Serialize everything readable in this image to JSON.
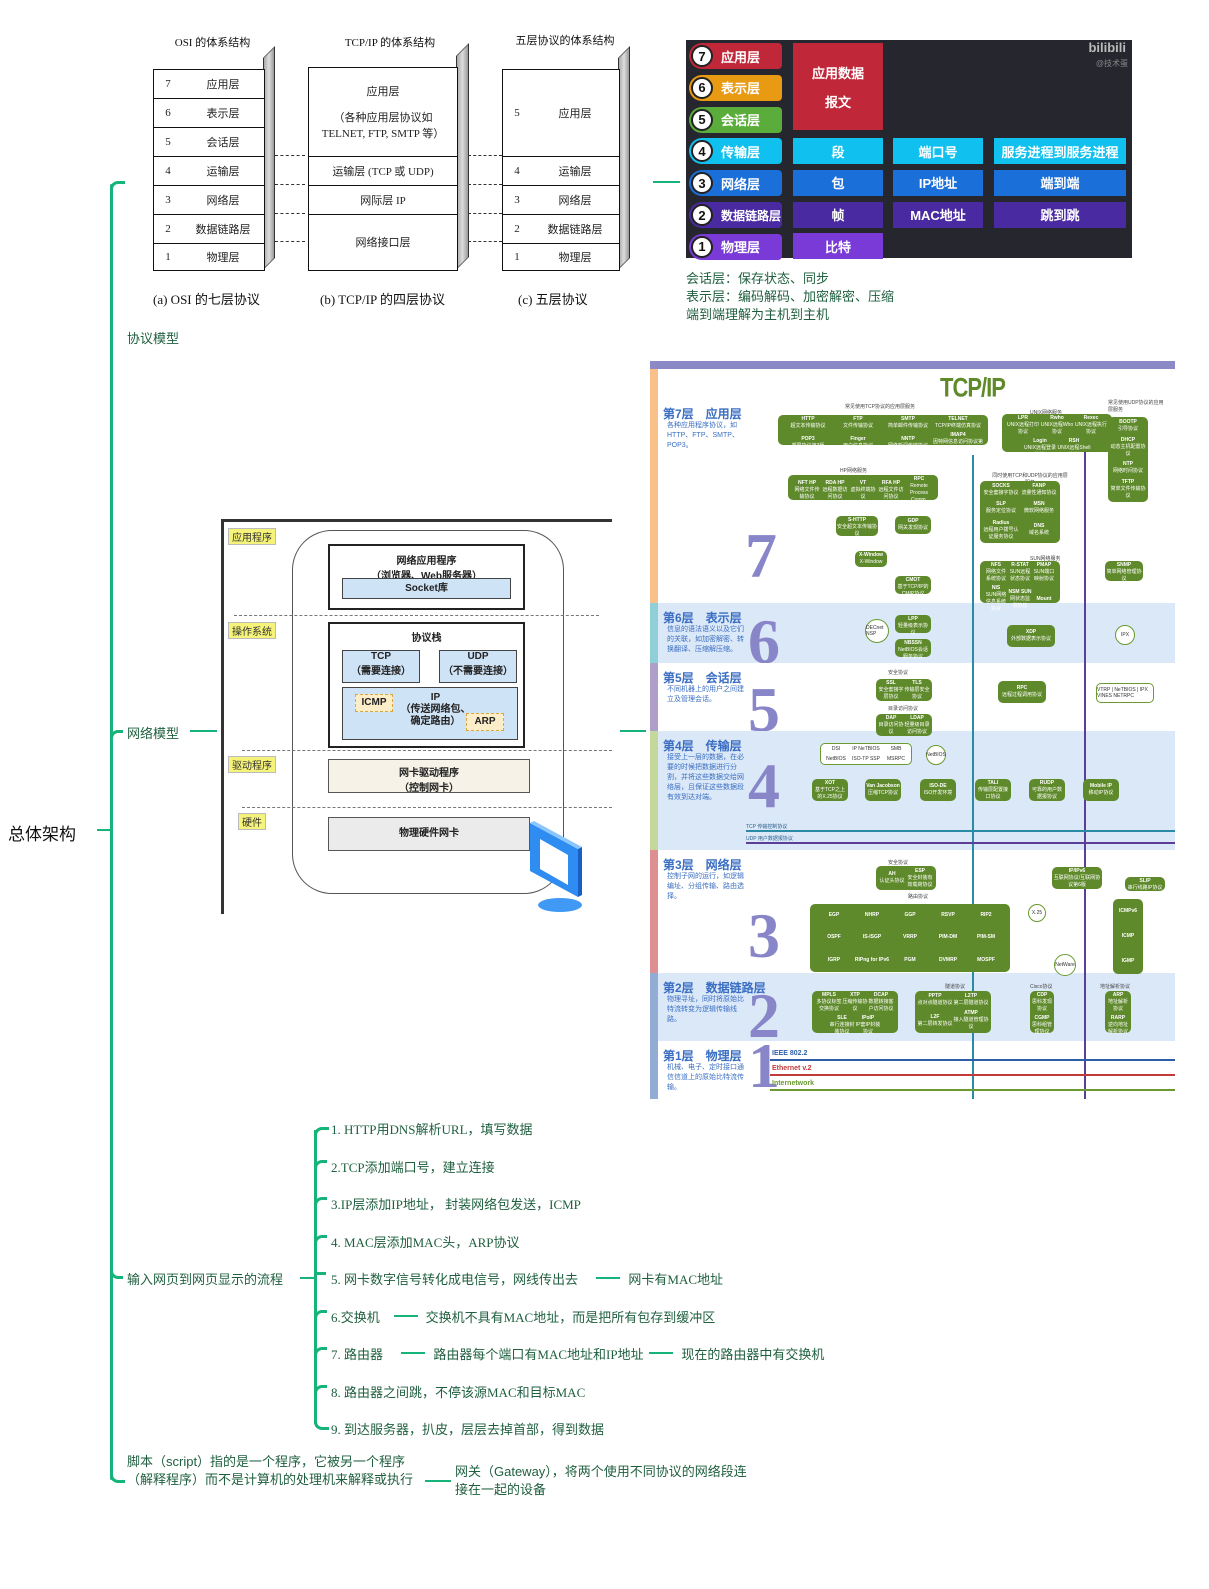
{
  "root": {
    "label": "总体架构"
  },
  "branches": {
    "protocol_model": "协议模型",
    "network_model": "网络模型",
    "web_flow": "输入网页到网页显示的流程",
    "script_def": "脚本（script）指的是一个程序，它被另一个程序（解释程序）而不是计算机的处理机来解释或执行",
    "gateway_def": "网关（Gateway），将两个使用不同协议的网络段连接在一起的设备"
  },
  "osi_figure": {
    "titles": [
      "OSI 的体系结构",
      "TCP/IP 的体系结构",
      "五层协议的体系结构"
    ],
    "osi_layers": [
      {
        "num": "7",
        "name": "应用层"
      },
      {
        "num": "6",
        "name": "表示层"
      },
      {
        "num": "5",
        "name": "会话层"
      },
      {
        "num": "4",
        "name": "运输层"
      },
      {
        "num": "3",
        "name": "网络层"
      },
      {
        "num": "2",
        "name": "数据链路层"
      },
      {
        "num": "1",
        "name": "物理层"
      }
    ],
    "tcpip_layers": {
      "app": "应用层",
      "app_desc1": "（各种应用层协议如",
      "app_desc2": "TELNET, FTP, SMTP 等）",
      "transport": "运输层 (TCP 或 UDP)",
      "internet": "网际层 IP",
      "netif": "网络接口层"
    },
    "five_layers": [
      {
        "num": "5",
        "name": "应用层"
      },
      {
        "num": "4",
        "name": "运输层"
      },
      {
        "num": "3",
        "name": "网络层"
      },
      {
        "num": "2",
        "name": "数据链路层"
      },
      {
        "num": "1",
        "name": "物理层"
      }
    ],
    "captions": [
      "(a) OSI 的七层协议",
      "(b) TCP/IP 的四层协议",
      "(c)  五层协议"
    ]
  },
  "layer_table": {
    "watermark": "bilibili",
    "watermark_sub": "@技术蛋",
    "layers": [
      {
        "num": "7",
        "name": "应用层",
        "color": "#c0283a"
      },
      {
        "num": "6",
        "name": "表示层",
        "color": "#e89a12"
      },
      {
        "num": "5",
        "name": "会话层",
        "color": "#5aad3a"
      },
      {
        "num": "4",
        "name": "传输层",
        "color": "#10c0ee"
      },
      {
        "num": "3",
        "name": "网络层",
        "color": "#1b6fd8"
      },
      {
        "num": "2",
        "name": "数据链路层",
        "color": "#4a2aa0"
      },
      {
        "num": "1",
        "name": "物理层",
        "color": "#7a3ad8"
      }
    ],
    "app_data": [
      "应用数据",
      "报文"
    ],
    "rows": [
      {
        "unit": "段",
        "addr": "端口号",
        "scope": "服务进程到服务进程",
        "color": "#10c0ee"
      },
      {
        "unit": "包",
        "addr": "IP地址",
        "scope": "端到端",
        "color": "#1b6fd8"
      },
      {
        "unit": "帧",
        "addr": "MAC地址",
        "scope": "跳到跳",
        "color": "#4a2aa0"
      },
      {
        "unit": "比特",
        "addr": "",
        "scope": "",
        "color": "#7a3ad8"
      }
    ]
  },
  "layer_notes": [
    "会话层：保存状态、同步",
    "表示层：编码解码、加密解密、压缩",
    "端到端理解为主机到主机"
  ],
  "network_model_figure": {
    "tags": [
      "应用程序",
      "操作系统",
      "驱动程序",
      "硬件"
    ],
    "app_box": [
      "网络应用程序",
      "（浏览器、Web服务器）"
    ],
    "socket": "Socket库",
    "stack_title": "协议栈",
    "tcp": [
      "TCP",
      "（需要连接）"
    ],
    "udp": [
      "UDP",
      "（不需要连接）"
    ],
    "icmp": "ICMP",
    "ip": [
      "IP",
      "（传送网络包、",
      "确定路由）"
    ],
    "arp": "ARP",
    "driver": [
      "网卡驱动程序",
      "（控制网卡）"
    ],
    "hardware": "物理硬件网卡"
  },
  "tcpip_poster": {
    "title": "TCP/IP",
    "layers": [
      {
        "title": "第7层　应用层",
        "desc": "各种应用程序协议，如HTTP、FTP、SMTP、POP3。",
        "num": "7",
        "strip": "#f9c08a",
        "bg": "#ffffff"
      },
      {
        "title": "第6层　表示层",
        "desc": "信息的语法语义以及它们的关联，如加密解密、转换翻译、压缩解压缩。",
        "num": "6",
        "strip": "#8fcfd8",
        "bg": "#dbe8f8"
      },
      {
        "title": "第5层　会话层",
        "desc": "不同机器上的用户之间建立及管理会话。",
        "num": "5",
        "strip": "#ad9fc9",
        "bg": "#ffffff"
      },
      {
        "title": "第4层　传输层",
        "desc": "接受上一层的数据，在必要的时候把数据进行分割，并将这些数据交给网络层，且保证这些数据段有效到达对端。",
        "num": "4",
        "strip": "#c3d89a",
        "bg": "#dbe8f8"
      },
      {
        "title": "第3层　网络层",
        "desc": "控制子网的运行，如逻辑编址、分组传输、路由选择。",
        "num": "3",
        "strip": "#de9090",
        "bg": "#ffffff"
      },
      {
        "title": "第2层　数据链路层",
        "desc": "物理寻址，同时将原始比特流转变为逻辑传输线路。",
        "num": "2",
        "strip": "#92acd6",
        "bg": "#dbe8f8"
      },
      {
        "title": "第1层　物理层",
        "desc": "机械、电子、定时接口通信信道上的原始比特流传输。",
        "num": "1",
        "strip": "#92acd6",
        "bg": "#ffffff"
      }
    ],
    "group_captions": {
      "tcp_apps": "常见使用TCP协议的应用层服务",
      "unix": "UNIX网络服务",
      "udp_apps": "常见使用UDP协议的应用层服务",
      "hp": "HP网络服务",
      "both": "同时使用TCP和UDP协议的应用层服务",
      "sun": "SUN网络服务",
      "security5": "安全协议",
      "directory": "目录访问协议",
      "security3": "安全协议",
      "routing": "路由协议",
      "tunnel": "隧道协议",
      "cisco": "Cisco协议",
      "addr_res": "地址解析协议"
    },
    "tcp_apps": [
      [
        "HTTP",
        "超文本传输协议"
      ],
      [
        "FTP",
        "文件传输协议"
      ],
      [
        "SMTP",
        "简单邮件传输协议"
      ],
      [
        "TELNET",
        "TCP/IP终端仿真协议"
      ],
      [
        "POP3",
        "邮局协议第3版"
      ],
      [
        "Finger",
        "用户信息协议"
      ],
      [
        "NNTP",
        "网络新闻传输协议"
      ],
      [
        "IMAP4",
        "因特网信息访问协议第4版"
      ]
    ],
    "unix_apps": [
      [
        "LPR",
        "UNIX远程打印协议"
      ],
      [
        "Rwho",
        "UNIX远程Who协议"
      ],
      [
        "Rexec",
        "UNIX远程执行协议"
      ],
      [
        "Login",
        "UNIX远程登录协议"
      ],
      [
        "RSH",
        "UNIX远程Shell协议"
      ]
    ],
    "udp_apps": [
      [
        "BOOTP",
        "引导协议"
      ],
      [
        "DHCP",
        "动态主机配置协议"
      ],
      [
        "NTP",
        "网络时间协议"
      ],
      [
        "TFTP",
        "简单文件传输协议"
      ]
    ],
    "hp_apps": [
      [
        "NFT HP",
        "网络文件传输协议"
      ],
      [
        "RDA HP",
        "远程数据访问协议"
      ],
      [
        "VT",
        "虚拟终端协议"
      ],
      [
        "RFA HP",
        "远程文件访问协议"
      ],
      [
        "RPC",
        "Remote Process Comm."
      ]
    ],
    "both_apps": [
      [
        "SOCKS",
        "安全套接字协议"
      ],
      [
        "FANP",
        "流量性通知协议"
      ],
      [
        "SLP",
        "服务定位协议"
      ],
      [
        "MSN",
        "微软网络服务"
      ],
      [
        "Radius",
        "远程用户拨号认证服务协议"
      ],
      [
        "DNS",
        "域名系统"
      ]
    ],
    "sun_apps": [
      [
        "NFS",
        "网络文件系统协议"
      ],
      [
        "R-STAT",
        "SUN远程状态协议"
      ],
      [
        "PMAP",
        "SUN端口映射协议"
      ],
      [
        "NIS",
        "SUN网络信息系统协议"
      ],
      [
        "NSM SUN",
        "网状态监测协议"
      ],
      [
        "Mount",
        ""
      ]
    ],
    "misc7": [
      [
        "S-HTTP",
        "安全超文本传输协议"
      ],
      [
        "GDP",
        "网关发现协议"
      ],
      [
        "X-Window",
        "X-Window"
      ],
      [
        "CMOT",
        "基于TCP/IP的CMIP协议"
      ],
      [
        "SNMP",
        "简单网络管理协议"
      ]
    ],
    "l6": [
      [
        "LPP",
        "轻量级表示协议"
      ],
      [
        "NBSSN",
        "NetBIOS会话服务协议"
      ],
      [
        "XDP",
        "外部数据表示协议"
      ],
      [
        "DECnet NSP",
        ""
      ],
      [
        "IPX",
        ""
      ]
    ],
    "l5": [
      [
        "SSL",
        "安全套接字层协议"
      ],
      [
        "TLS",
        "传输层安全协议"
      ],
      [
        "DAP",
        "目录访问协议"
      ],
      [
        "LDAP",
        "轻量级目录访问协议"
      ],
      [
        "RPC",
        "远程过程调用协议"
      ],
      [
        "VTRP | NeTBIOS | IPX",
        "VINES NETRPC"
      ]
    ],
    "l4": [
      [
        "XOT",
        "基于TCP之上的X.25协议"
      ],
      [
        "Van Jacobson",
        "压缩TCP协议"
      ],
      [
        "ISO-DE",
        "ISO开发环境"
      ],
      [
        "TALI",
        "传输层配置接口协议"
      ],
      [
        "RUDP",
        "可靠的用户数据报协议"
      ],
      [
        "Mobile IP",
        "移动IP协议"
      ]
    ],
    "l4_white": [
      "DSI",
      "IP NeTBIOS",
      "SMB",
      "NetBIOS",
      "ISO-TP SSP",
      "MSRPC"
    ],
    "l4_lines": [
      "TCP 传输控制协议",
      "UDP 用户数据报协议"
    ],
    "l3": [
      [
        "AH",
        "认证头协议"
      ],
      [
        "ESP",
        "安全封装有效载荷协议"
      ],
      [
        "IP/IPv6",
        "互联网协议/互联网协议第6版"
      ],
      [
        "SLIP",
        "串行线路IP协议"
      ]
    ],
    "l3_routing": [
      "EGP",
      "NHRP",
      "GGP",
      "RSVP",
      "RIP2",
      "OSPF",
      "IS-ISGP",
      "VRRP",
      "PIM-DM",
      "PIM-SM",
      "IGRP",
      "RIPng for IPv6",
      "PGM",
      "DVMRP",
      "MOSPF"
    ],
    "l3_icmp": [
      "ICMPv6",
      "ICMP",
      "IGMP"
    ],
    "l3_circles": [
      "X.25",
      "NetWare"
    ],
    "l2": [
      [
        "MPLS",
        "多协议标签交换协议"
      ],
      [
        "XTP",
        "压缩传输协议"
      ],
      [
        "DCAP",
        "数据转接客户访问协议"
      ],
      [
        "SLE",
        "串行连接封装协议"
      ],
      [
        "IPoIP",
        "IP套IP封装协议"
      ],
      [
        "PPTP",
        "点对点隧道协议"
      ],
      [
        "L2TP",
        "第二层隧道协议"
      ],
      [
        "L2F",
        "第二层转发协议"
      ],
      [
        "ATMP",
        "接入隧道管理协议"
      ],
      [
        "CDP",
        "思科发现协议"
      ],
      [
        "CGMP",
        "思科组管理协议"
      ],
      [
        "ARP",
        "地址解析协议"
      ],
      [
        "RARP",
        "逆向地址解析协议"
      ]
    ],
    "l1_lines": [
      "IEEE 802.2",
      "Ethernet v.2",
      "Internetwork"
    ]
  },
  "web_flow_steps": [
    {
      "text": "1. HTTP用DNS解析URL，填写数据",
      "children": []
    },
    {
      "text": "2.TCP添加端口号，建立连接",
      "children": []
    },
    {
      "text": "3.IP层添加IP地址， 封装网络包发送，ICMP",
      "children": []
    },
    {
      "text": "4. MAC层添加MAC头，ARP协议",
      "children": []
    },
    {
      "text": "5. 网卡数字信号转化成电信号，网线传出去",
      "children": [
        "网卡有MAC地址"
      ]
    },
    {
      "text": "6.交换机",
      "children": [
        "交换机不具有MAC地址，而是把所有包存到缓冲区"
      ]
    },
    {
      "text": "7. 路由器",
      "children": [
        "路由器每个端口有MAC地址和IP地址",
        "现在的路由器中有交换机"
      ]
    },
    {
      "text": "8. 路由器之间跳，不停该源MAC和目标MAC",
      "children": []
    },
    {
      "text": "9. 到达服务器，扒皮，层层去掉首部，得到数据",
      "children": []
    }
  ]
}
